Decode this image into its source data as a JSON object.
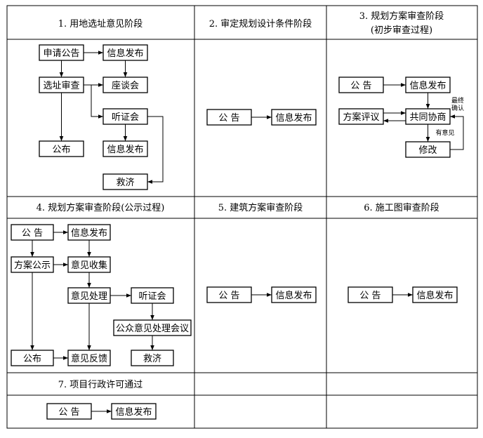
{
  "panels": {
    "p1": {
      "title": "1. 用地选址意见阶段"
    },
    "p2": {
      "title": "2. 审定规划设计条件阶段"
    },
    "p3": {
      "title": "3. 规划方案审查阶段",
      "subtitle": "(初步审查过程)"
    },
    "p4": {
      "title": "4. 规划方案审查阶段(公示过程)"
    },
    "p5": {
      "title": "5. 建筑方案审查阶段"
    },
    "p6": {
      "title": "6. 施工图审查阶段"
    },
    "p7": {
      "title": "7. 项目行政许可通过"
    }
  },
  "nodes": {
    "p1_apply": "申请公告",
    "p1_info": "信息发布",
    "p1_review": "选址审查",
    "p1_forum": "座谈会",
    "p1_hearing": "听证会",
    "p1_publish": "公布",
    "p1_info2": "信息发布",
    "p1_relief": "救济",
    "p2_notice": "公 告",
    "p2_info": "信息发布",
    "p3_notice": "公 告",
    "p3_info": "信息发布",
    "p3_eval": "方案评议",
    "p3_consult": "共同协商",
    "p3_modify": "修改",
    "p4_notice": "公 告",
    "p4_info": "信息发布",
    "p4_show": "方案公示",
    "p4_collect": "意见收集",
    "p4_handle": "意见处理",
    "p4_hearing": "听证会",
    "p4_meeting": "公众意见处理会议",
    "p4_publish": "公布",
    "p4_feedback": "意见反馈",
    "p4_relief": "救济",
    "p5_notice": "公 告",
    "p5_info": "信息发布",
    "p6_notice": "公 告",
    "p6_info": "信息发布",
    "p7_notice": "公 告",
    "p7_info": "信息发布"
  },
  "edge_labels": {
    "p3_final_1": "最终",
    "p3_final_2": "确认",
    "p3_has_opinion": "有意见"
  }
}
